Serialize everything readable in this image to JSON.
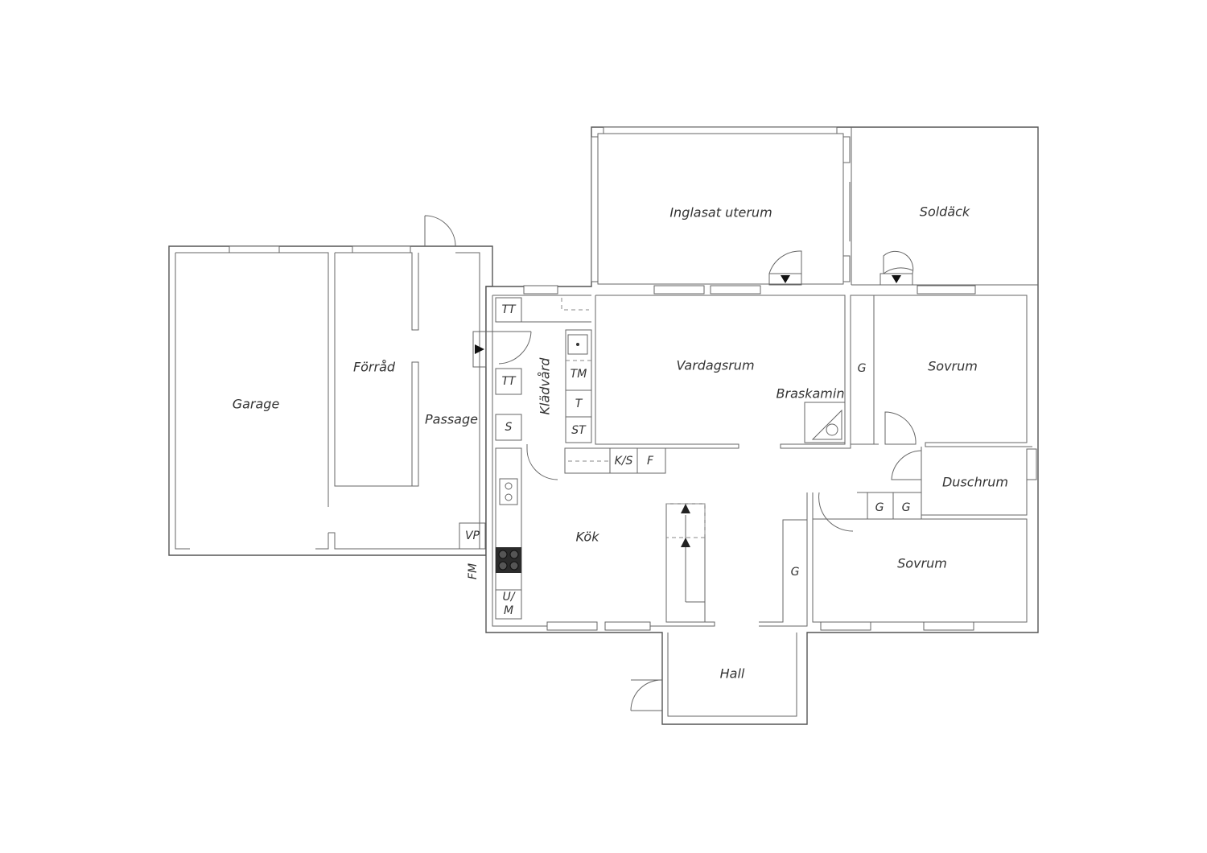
{
  "rooms": {
    "garage": "Garage",
    "forrad": "Förråd",
    "passage": "Passage",
    "kladvard": "Klädvård",
    "kok": "Kök",
    "vardagsrum": "Vardagsrum",
    "inglasat_uterum": "Inglasat uterum",
    "soldack": "Soldäck",
    "sovrum_1": "Sovrum",
    "sovrum_2": "Sovrum",
    "duschrum": "Duschrum",
    "hall": "Hall",
    "braskamin": "Braskamin"
  },
  "fixtures": {
    "tt_1": "TT",
    "tt_2": "TT",
    "s": "S",
    "vp": "VP",
    "fm": "FM",
    "tm": "TM",
    "t": "T",
    "st": "ST",
    "ks": "K/S",
    "f": "F",
    "um_1": "U/",
    "um_2": "M",
    "g_1": "G",
    "g_2": "G",
    "g_3": "G",
    "g_4": "G"
  }
}
